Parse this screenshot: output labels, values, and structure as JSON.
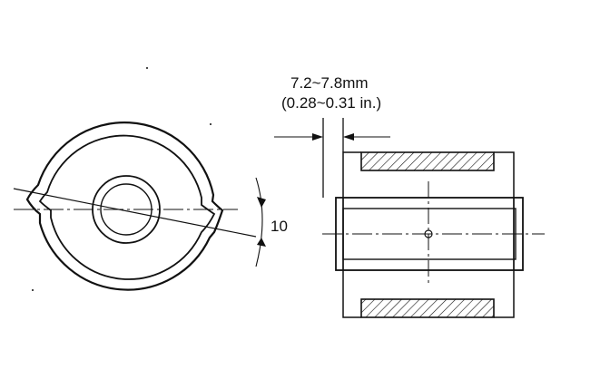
{
  "dimension": {
    "range": "7.2~7.8mm",
    "range_in": "(0.28~0.31 in.)"
  },
  "angle_label": "10",
  "colors": {
    "ink": "#111111",
    "background": "#ffffff"
  }
}
